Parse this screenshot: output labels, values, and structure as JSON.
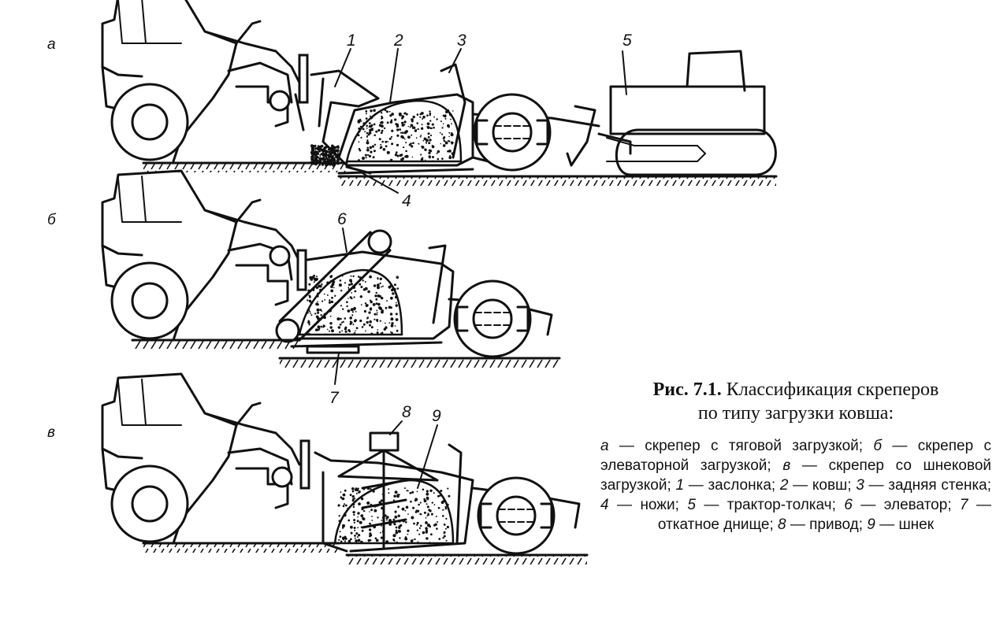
{
  "panels": [
    {
      "letter": "а",
      "callouts": [
        {
          "num": "1"
        },
        {
          "num": "2"
        },
        {
          "num": "3"
        },
        {
          "num": "4"
        },
        {
          "num": "5"
        }
      ]
    },
    {
      "letter": "б",
      "callouts": [
        {
          "num": "6"
        },
        {
          "num": "7"
        }
      ]
    },
    {
      "letter": "в",
      "callouts": [
        {
          "num": "8"
        },
        {
          "num": "9"
        }
      ]
    }
  ],
  "caption": {
    "fig_label": "Рис. 7.1.",
    "title_rest": " Классификация скреперов",
    "title_line2": "по типу загрузки ковша:"
  },
  "legend": [
    {
      "key": "а",
      "text": "скрепер с тяговой загрузкой;"
    },
    {
      "key": "б",
      "text": "скрепер с элеваторной загрузкой;"
    },
    {
      "key": "в",
      "text": "скрепер со шнековой загрузкой;"
    },
    {
      "key": "1",
      "text": "заслонка;"
    },
    {
      "key": "2",
      "text": "ковш;"
    },
    {
      "key": "3",
      "text": "задняя стенка;"
    },
    {
      "key": "4",
      "text": "ножи;"
    },
    {
      "key": "5",
      "text": "трактор-толкач;"
    },
    {
      "key": "6",
      "text": "элеватор;"
    },
    {
      "key": "7",
      "text": "откатное днище;"
    },
    {
      "key": "8",
      "text": "привод;"
    },
    {
      "key": "9",
      "text": "шнек"
    }
  ]
}
